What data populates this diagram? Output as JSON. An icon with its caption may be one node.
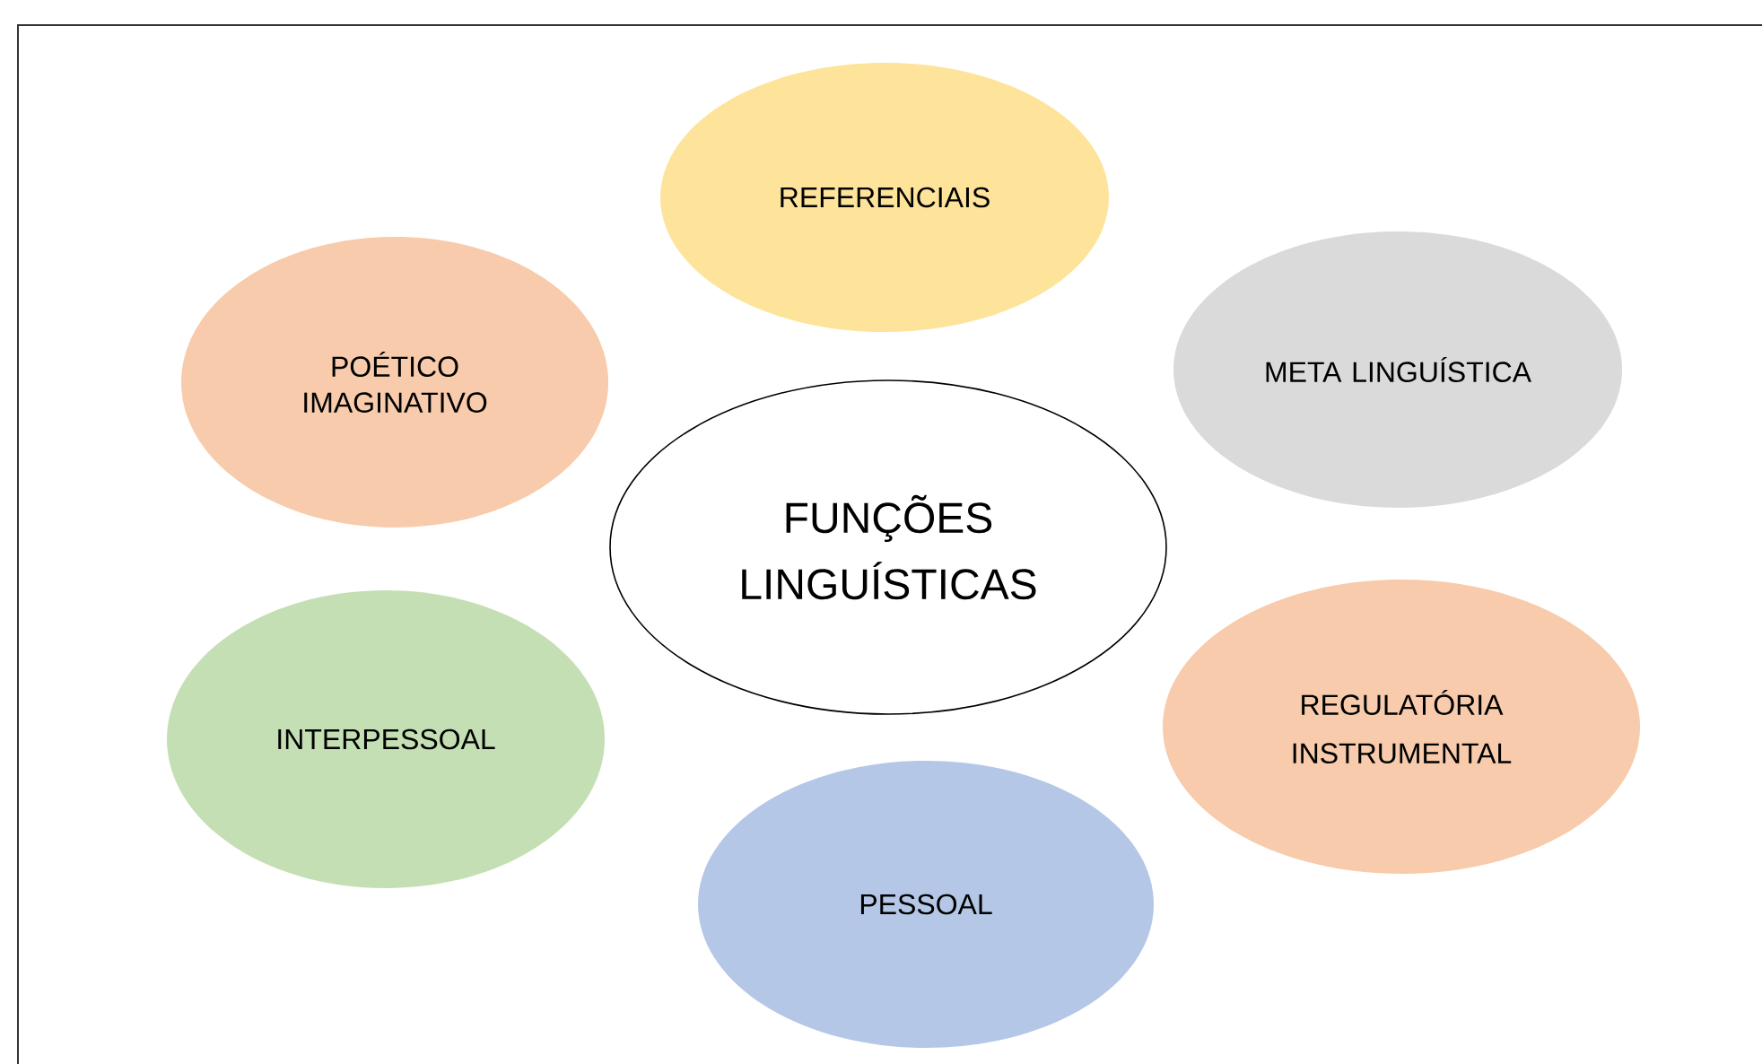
{
  "diagram": {
    "nodes": [
      {
        "text": [
          "REFERENCIAIS"
        ]
      },
      {
        "text": [
          "META LINGUÍSTICA"
        ]
      },
      {
        "text": [
          "POÉTICO IMAGINATIVO"
        ]
      },
      {
        "text": [
          "FUNÇÕES LINGUÍSTICAS"
        ]
      },
      {
        "text": [
          "REGULATÓRIA INSTRUMENTAL"
        ]
      },
      {
        "text": [
          "INTERPESSOAL"
        ]
      },
      {
        "text": [
          "PESSOAL"
        ]
      }
    ]
  }
}
